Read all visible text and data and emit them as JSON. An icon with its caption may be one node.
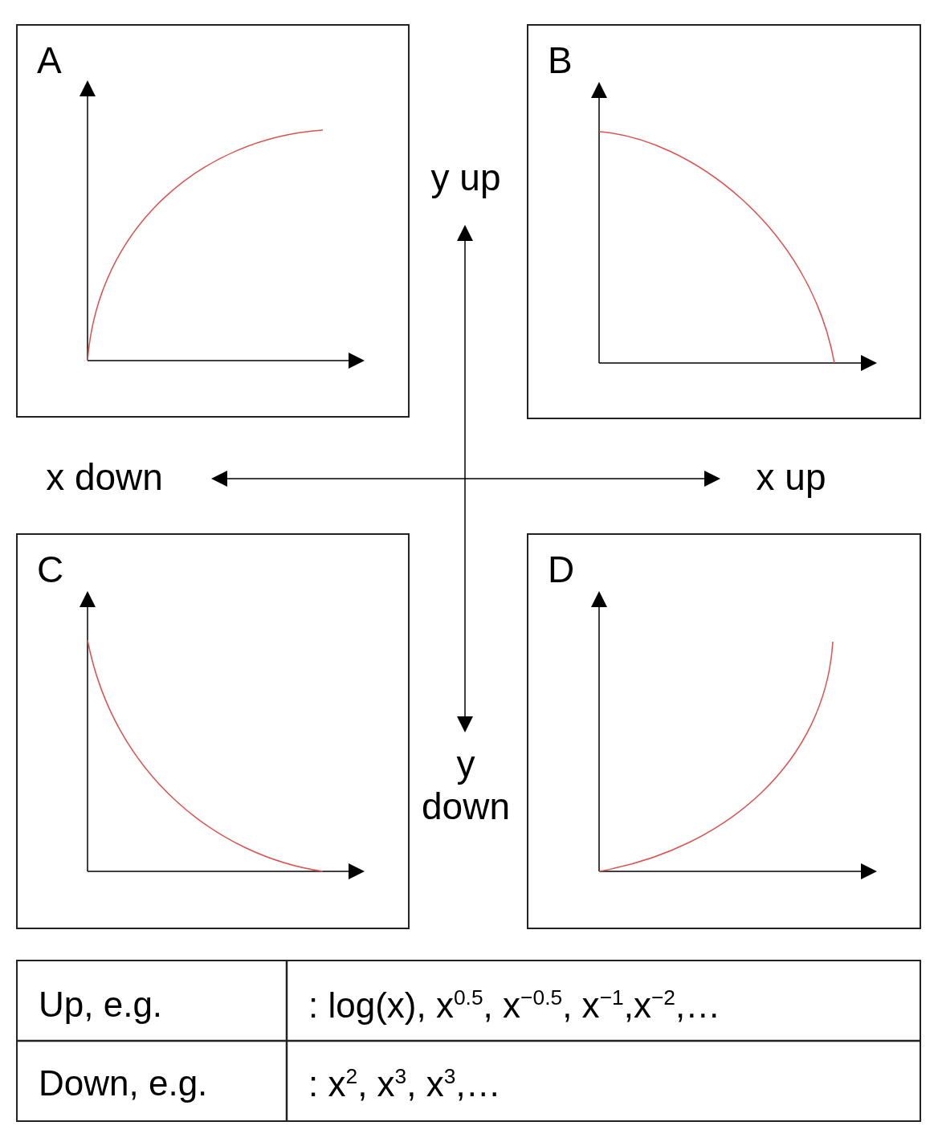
{
  "diagram": {
    "nodes": [
      {
        "text": [
          "A"
        ]
      },
      {
        "text": [
          "B"
        ]
      },
      {
        "text": [
          "C"
        ]
      },
      {
        "text": [
          "D"
        ]
      }
    ],
    "edges": [],
    "labels": [
      "y up",
      "x down",
      "x up",
      "y down",
      "Up, e.g.",
      ": log(x), x$^{0.5}$, x$^{−0.5}$, x$^{−1}$,x$^{−2}$,…",
      "Down, e.g.",
      ": x$^{2}$, x$^{3}$, x$^{3}$,…"
    ]
  }
}
